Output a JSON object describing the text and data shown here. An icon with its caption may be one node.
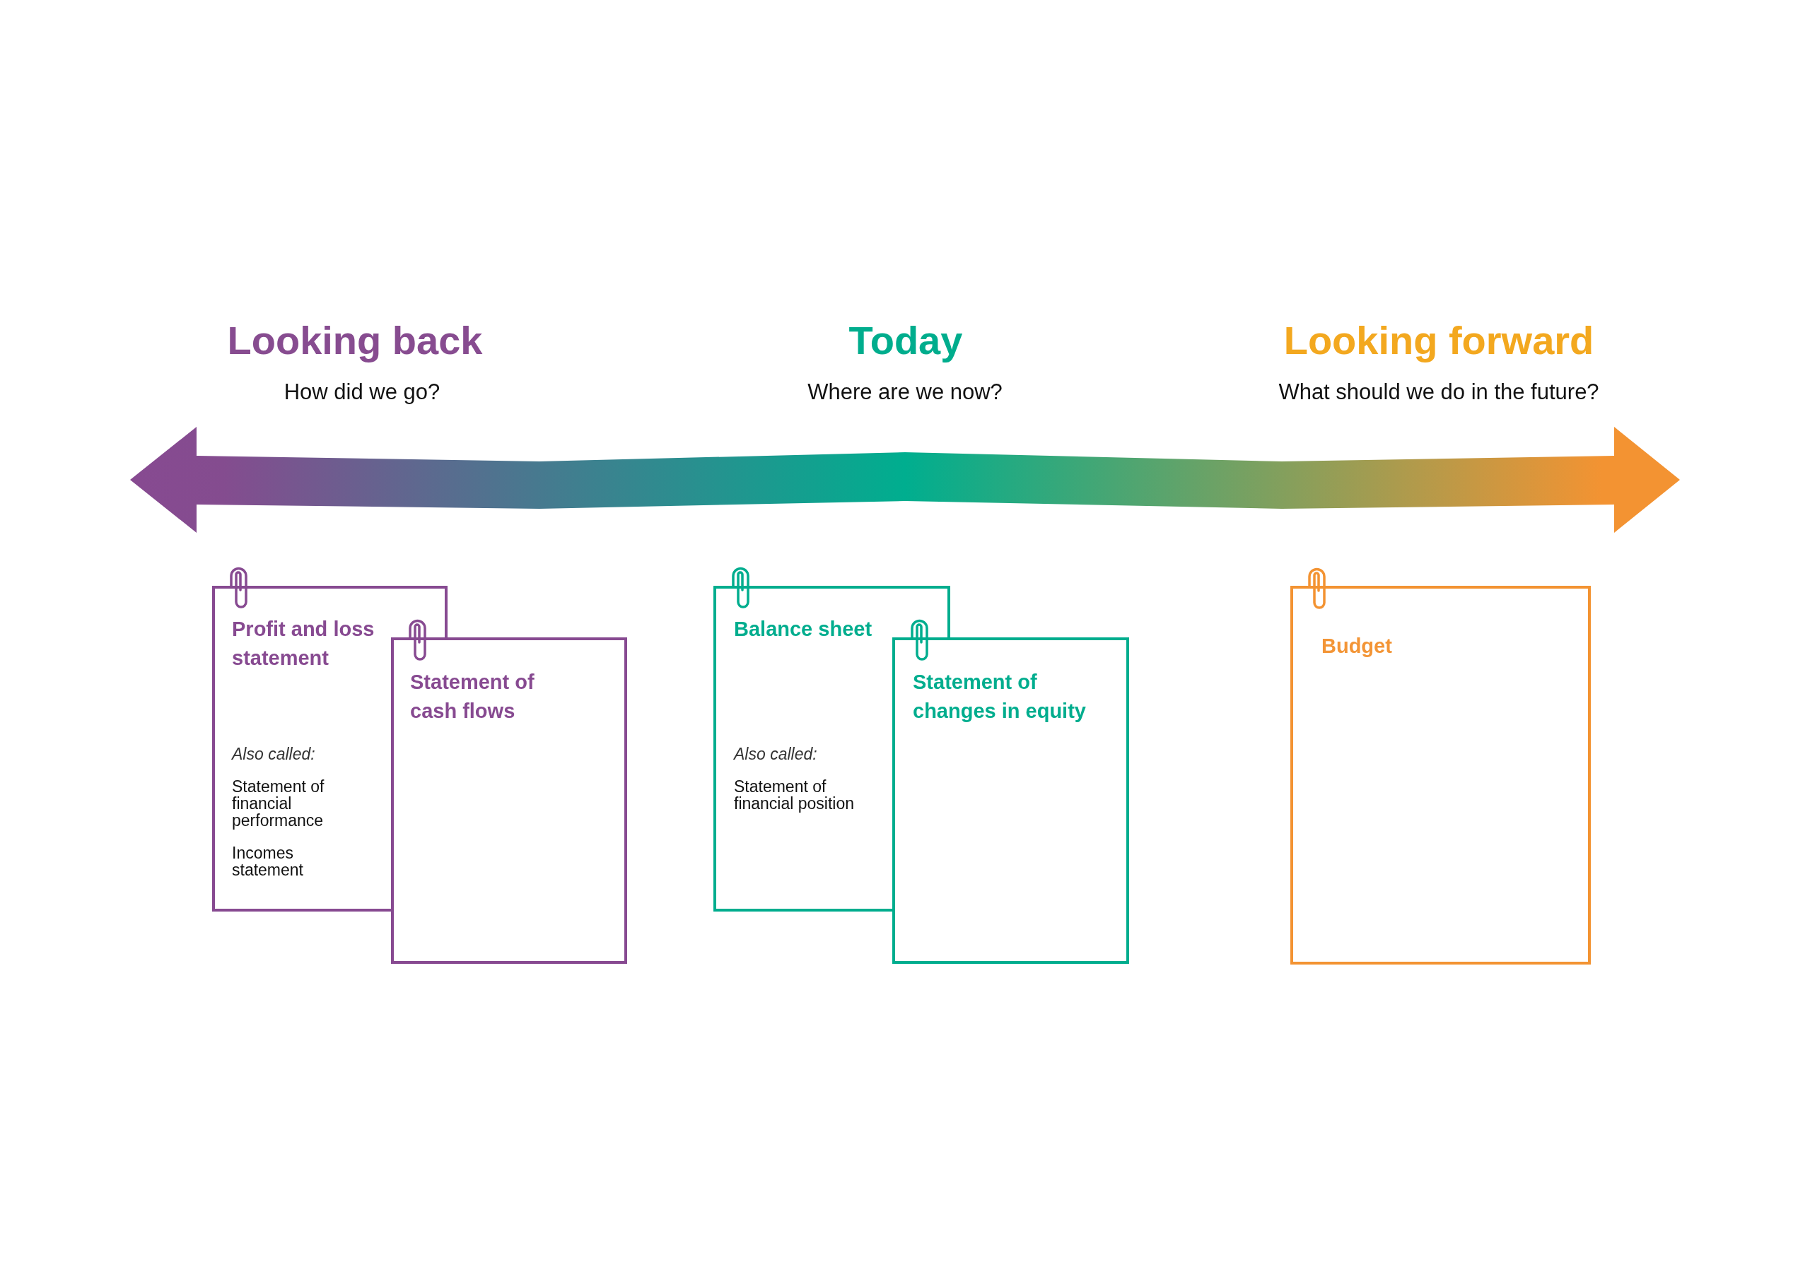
{
  "diagram": {
    "nodes": [
      {
        "text": [
          "Profit and loss statement",
          "Also called:",
          "Statement of financial performance",
          "Incomes statement"
        ]
      },
      {
        "text": [
          "Statement of cash flows"
        ]
      },
      {
        "text": [
          "Balance sheet",
          "Also called:",
          "Statement of financial position"
        ]
      },
      {
        "text": [
          "Statement of changes in equity"
        ]
      },
      {
        "text": [
          "Budget"
        ]
      }
    ],
    "labels": [
      "Looking back",
      "How did we go?",
      "Today",
      "Where are we now?",
      "Looking forward",
      "What should we do in the future?"
    ]
  }
}
